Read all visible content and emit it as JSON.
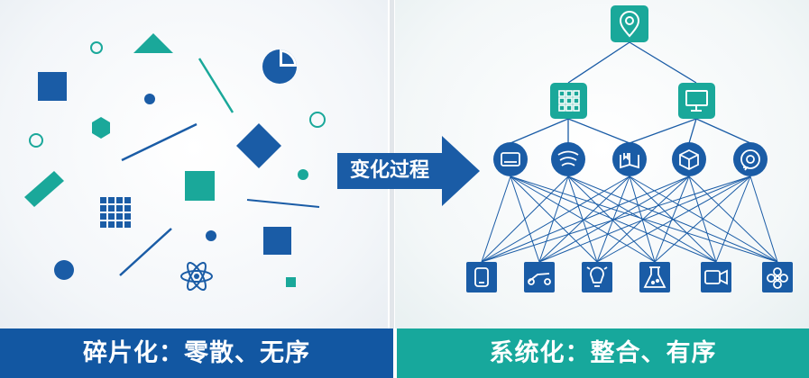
{
  "labels": {
    "arrow": "变化过程",
    "left_caption": "碎片化：零散、无序",
    "right_caption": "系统化：整合、有序"
  },
  "colors": {
    "navy": "#1a5ca6",
    "teal": "#1aa89a",
    "caption_left_bg": "#1257a2",
    "caption_right_bg": "#17a89c"
  },
  "icons": {
    "root": "location-pin-icon",
    "level2": [
      "app-grid-icon",
      "monitor-icon"
    ],
    "level3": [
      "tablet-icon",
      "wifi-signal-icon",
      "book-icon",
      "package-box-icon",
      "gear-cycle-icon"
    ],
    "level4": [
      "phone-icon",
      "link-icon",
      "lightbulb-icon",
      "flask-icon",
      "video-camera-icon",
      "flower-molecule-icon"
    ]
  }
}
